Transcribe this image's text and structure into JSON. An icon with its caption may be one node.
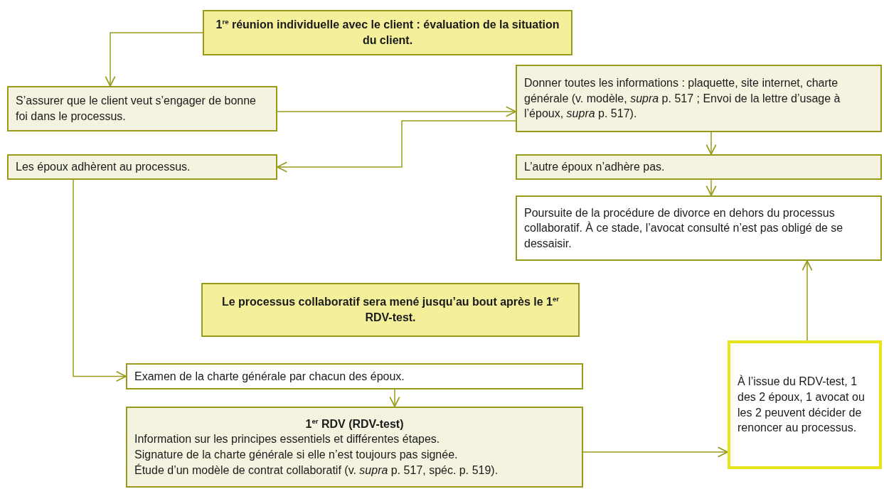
{
  "diagram": {
    "nodes": [
      {
        "text": [
          "1$^{re}$ réunion individuelle avec le client : évaluation de la situation du client."
        ]
      },
      {
        "text": [
          "S’assurer que le client veut s’engager de bonne foi dans le processus."
        ]
      },
      {
        "text": [
          "Donner toutes les informations : plaquette, site internet, charte générale (v. modèle, *supra* p. 517 ; Envoi de la lettre d’usage à l’époux, *supra* p. 517)."
        ]
      },
      {
        "text": [
          "Les époux adhèrent au processus."
        ]
      },
      {
        "text": [
          "L’autre époux n’adhère pas."
        ]
      },
      {
        "text": [
          "Poursuite de la procédure de divorce en dehors du processus collaboratif. À ce stade, l’avocat consulté n’est pas obligé de se dessaisir."
        ]
      },
      {
        "text": [
          "Le processus collaboratif sera mené jusqu’au bout après le 1$^{er}$ RDV-test."
        ]
      },
      {
        "text": [
          "Examen de la charte générale par chacun des époux."
        ]
      },
      {
        "text": [
          "1$^{er}$ RDV (RDV-test)",
          "Information sur les principes essentiels et différentes étapes.",
          "Signature de la charte générale si elle n’est toujours pas signée.",
          "Étude d’un modèle de contrat collaboratif (v. *supra* p. 517, spéc. p. 519)."
        ]
      },
      {
        "text": [
          "À l’issue du RDV-test, 1 des 2 époux, 1 avocat ou les 2 peuvent décider de renoncer au processus."
        ]
      }
    ],
    "edges": [
      {
        "from": 0,
        "to": 1,
        "arrow": "to"
      },
      {
        "from": 1,
        "to": 2,
        "arrow": "to"
      },
      {
        "from": 2,
        "to": 3,
        "arrow": "to"
      },
      {
        "from": 2,
        "to": 4,
        "arrow": "to"
      },
      {
        "from": 4,
        "to": 5,
        "arrow": "to"
      },
      {
        "from": 3,
        "to": 7,
        "arrow": "to"
      },
      {
        "from": 7,
        "to": 8,
        "arrow": "to"
      },
      {
        "from": 8,
        "to": 9,
        "arrow": "to"
      },
      {
        "from": 9,
        "to": 5,
        "arrow": "to"
      }
    ]
  }
}
